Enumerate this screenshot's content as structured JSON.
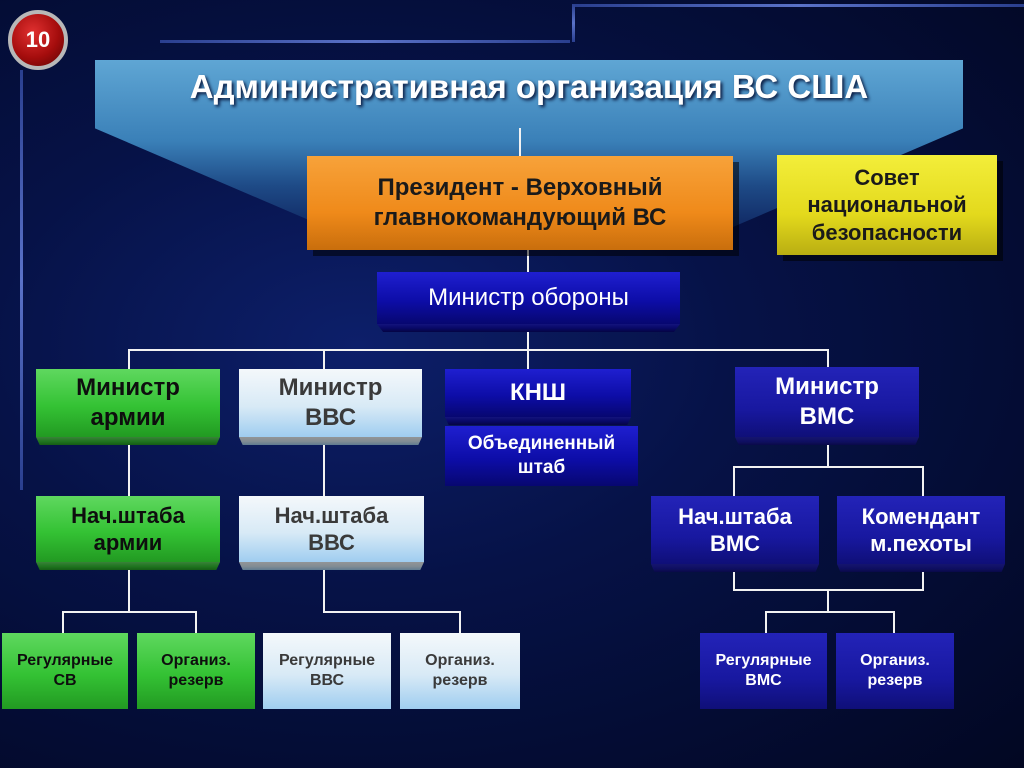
{
  "slide_number": "10",
  "title": "Административная организация ВС США",
  "nodes": {
    "president": "Президент - Верховный\nглавнокомандующий ВС",
    "council": "Совет\nнациональной\nбезопасности",
    "defense_minister": "Министр обороны",
    "army_minister": "Министр\nармии",
    "airforce_minister": "Министр\nВВС",
    "jcs": "КНШ",
    "joint_staff": "Объединенный\nштаб",
    "navy_minister": "Министр\nВМС",
    "army_chief": "Нач.штаба\nармии",
    "airforce_chief": "Нач.штаба\nВВС",
    "navy_chief": "Нач.штаба\nВМС",
    "marine_commandant": "Комендант\nм.пехоты",
    "army_regular": "Регулярные\nСВ",
    "army_reserve": "Организ.\nрезерв",
    "airforce_regular": "Регулярные\nВВС",
    "airforce_reserve": "Организ.\nрезерв",
    "navy_regular": "Регулярные\nВМС",
    "navy_reserve": "Организ.\nрезерв"
  },
  "colors": {
    "orange": "#ef8a1a",
    "yellow": "#e3d91c",
    "green": "#34c234",
    "light_blue": "#d8eaf6",
    "navy": "#1818a0",
    "dark_blue": "#0d0da8",
    "badge_red": "#a50d0d"
  }
}
